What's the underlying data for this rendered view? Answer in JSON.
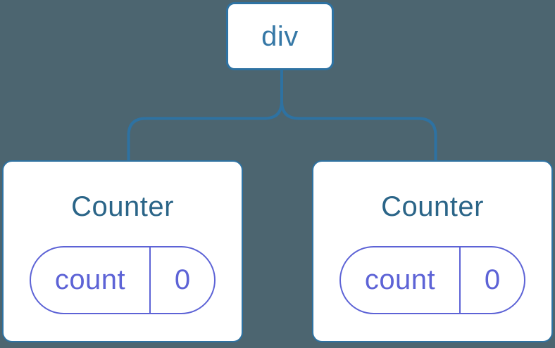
{
  "colors": {
    "background": "#4c6570",
    "node-border": "#2e72a2",
    "connector": "#2e72a2",
    "card-border": "#2e72a2",
    "root-label-text": "#3678a6",
    "card-title-text": "#2b6588",
    "state-pill": "#5d63d6",
    "card-fill": "#ffffff"
  },
  "tree": {
    "root": {
      "label": "div"
    },
    "children": [
      {
        "title": "Counter",
        "state": {
          "key": "count",
          "value": "0"
        }
      },
      {
        "title": "Counter",
        "state": {
          "key": "count",
          "value": "0"
        }
      }
    ]
  }
}
